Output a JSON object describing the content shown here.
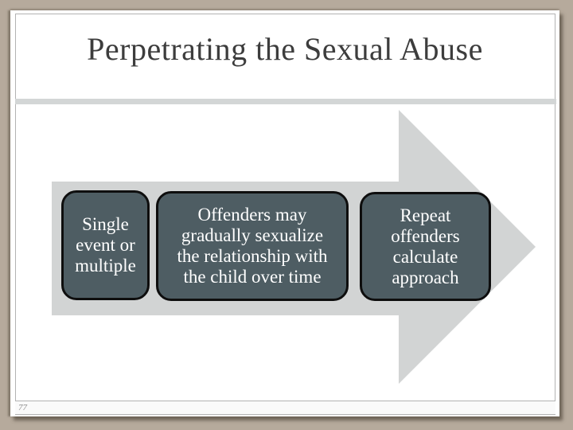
{
  "slide": {
    "title": "Perpetrating the Sexual Abuse",
    "page_number": "77",
    "diagram": {
      "type": "process-arrow",
      "direction": "right",
      "steps": [
        "Single\nevent or\nmultiple",
        "Offenders may\ngradually sexualize\nthe relationship with\nthe child over time",
        "Repeat\noffenders\ncalculate\napproach"
      ]
    },
    "colors": {
      "page_background": "#b6aa9c",
      "slide_background": "#ffffff",
      "frame_border": "#b3b3b3",
      "title_text": "#3d3d3d",
      "title_divider": "#d3d6d6",
      "arrow_fill": "#d2d4d4",
      "step_fill": "#4e5d63",
      "step_border": "#0e0e0e",
      "step_text": "#ffffff",
      "page_number_text": "#8c8c8c"
    }
  }
}
